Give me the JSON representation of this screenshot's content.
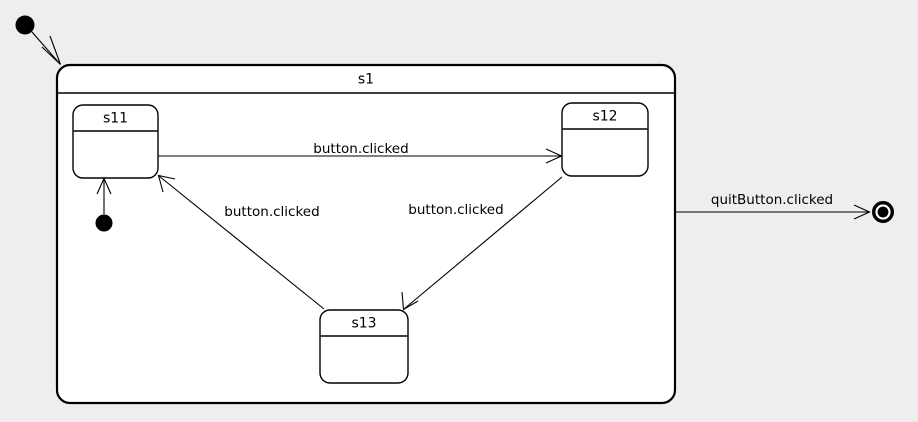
{
  "diagram": {
    "type": "uml-state-machine",
    "background_color": "#eeeeee",
    "stroke_color": "#000000",
    "fill_color": "#ffffff",
    "composite_state": {
      "name": "s1",
      "label": "s1"
    },
    "states": [
      {
        "id": "s11",
        "label": "s11"
      },
      {
        "id": "s12",
        "label": "s12"
      },
      {
        "id": "s13",
        "label": "s13"
      }
    ],
    "pseudostates": [
      {
        "id": "outer-initial",
        "kind": "initial"
      },
      {
        "id": "inner-initial",
        "kind": "initial"
      },
      {
        "id": "final",
        "kind": "final"
      }
    ],
    "transitions": [
      {
        "id": "t-outer-init",
        "from": "outer-initial",
        "to": "s1",
        "label": ""
      },
      {
        "id": "t-inner-init",
        "from": "inner-initial",
        "to": "s11",
        "label": ""
      },
      {
        "id": "t-s11-s12",
        "from": "s11",
        "to": "s12",
        "label": "button.clicked"
      },
      {
        "id": "t-s12-s13",
        "from": "s12",
        "to": "s13",
        "label": "button.clicked"
      },
      {
        "id": "t-s13-s11",
        "from": "s13",
        "to": "s11",
        "label": "button.clicked"
      },
      {
        "id": "t-s1-final",
        "from": "s1",
        "to": "final",
        "label": "quitButton.clicked"
      }
    ],
    "labels": {
      "s1": "s1",
      "s11": "s11",
      "s12": "s12",
      "s13": "s13",
      "t_s11_s12": "button.clicked",
      "t_s12_s13": "button.clicked",
      "t_s13_s11": "button.clicked",
      "t_s1_final": "quitButton.clicked"
    }
  }
}
